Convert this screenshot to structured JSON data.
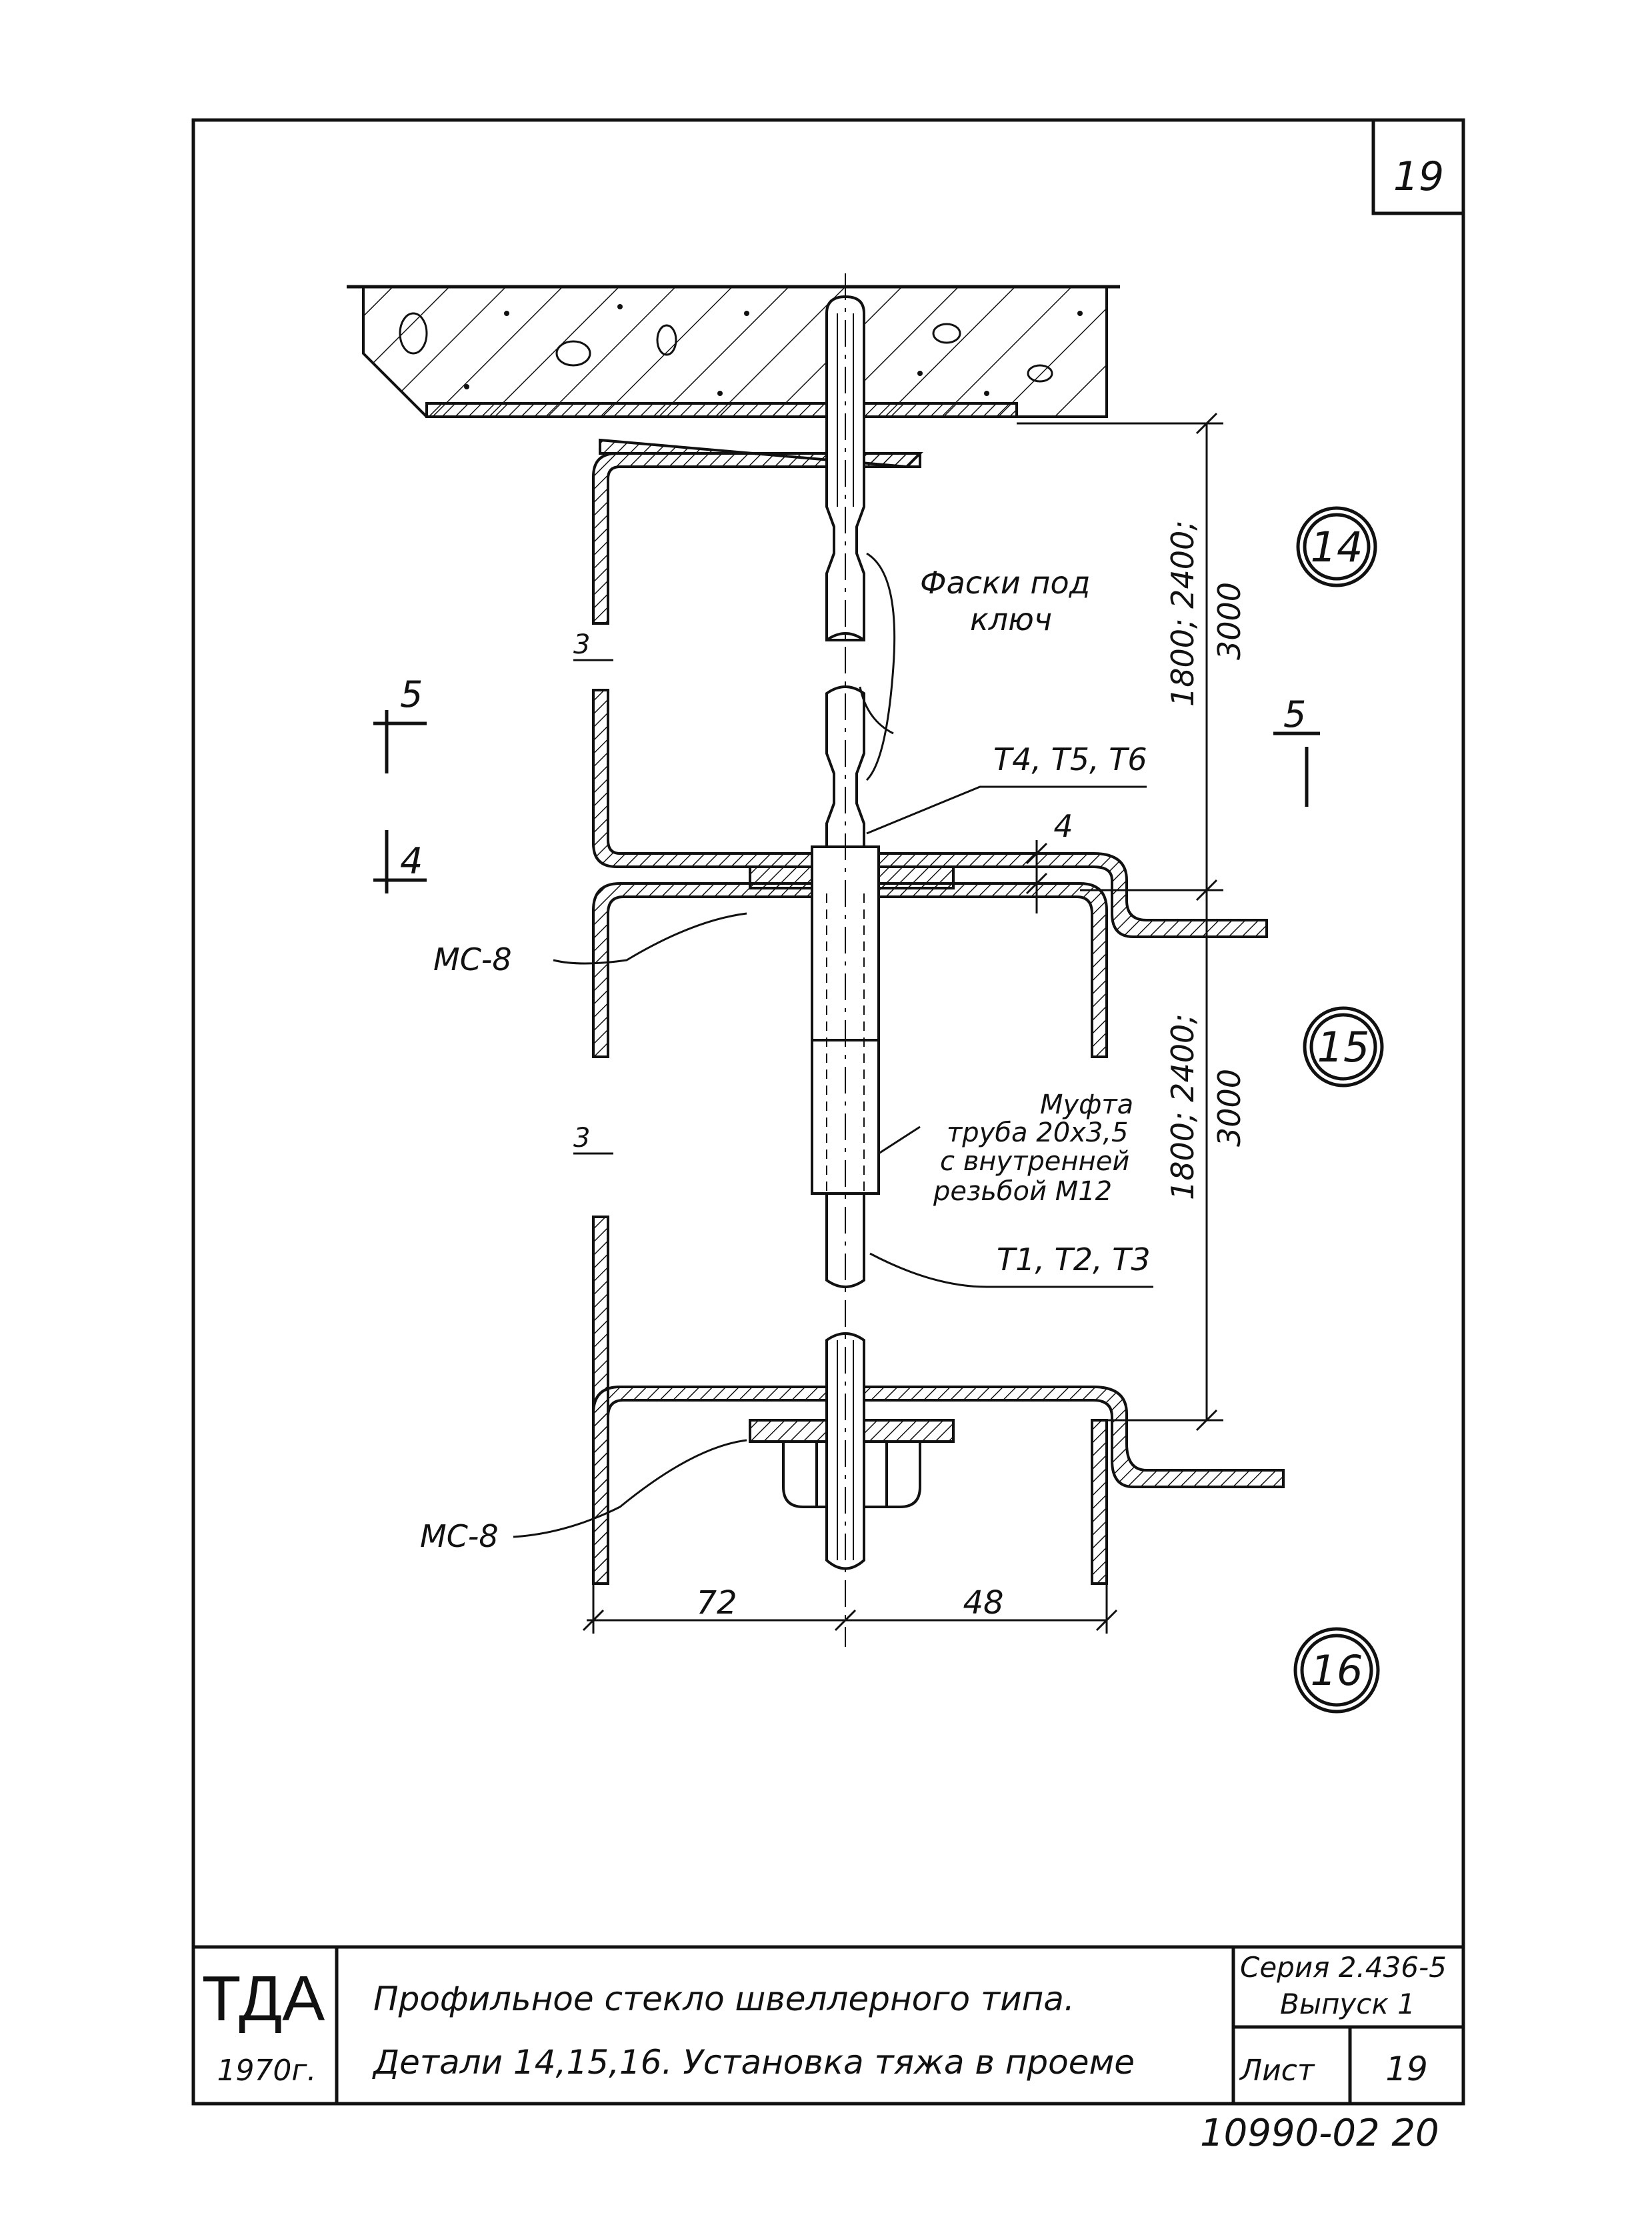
{
  "sheet_corner_number": "19",
  "callouts": [
    "14",
    "15",
    "16"
  ],
  "labels": {
    "chamfer_line1": "Фаски под",
    "chamfer_line2": "ключ",
    "t456": "Т4, Т5, Т6",
    "t123": "Т1, Т2, Т3",
    "ms8_upper": "МС-8",
    "ms8_lower": "МС-8",
    "coupling_line1": "Муфта",
    "coupling_line2": "труба 20х3,5",
    "coupling_line3": "с внутренней",
    "coupling_line4": "резьбой М12",
    "dim_height_upper_1": "1800; 2400;",
    "dim_height_upper_2": "3000",
    "dim_height_lower_1": "1800; 2400;",
    "dim_height_lower_2": "3000",
    "dim_left": "72",
    "dim_right": "48",
    "dim_gap": "4",
    "weld_3_upper": "3",
    "weld_3_lower": "3",
    "section_left_top": "5",
    "section_left_bottom": "4",
    "section_right": "5"
  },
  "title_block": {
    "org": "ТДА",
    "year": "1970г.",
    "title_line1": "Профильное стекло швеллерного типа.",
    "title_line2": "Детали 14,15,16. Установка тяжа в проеме",
    "series": "Серия 2.436-5",
    "issue": "Выпуск 1",
    "sheet_label": "Лист",
    "sheet_number": "19"
  },
  "footer_code": "10990-02  20"
}
